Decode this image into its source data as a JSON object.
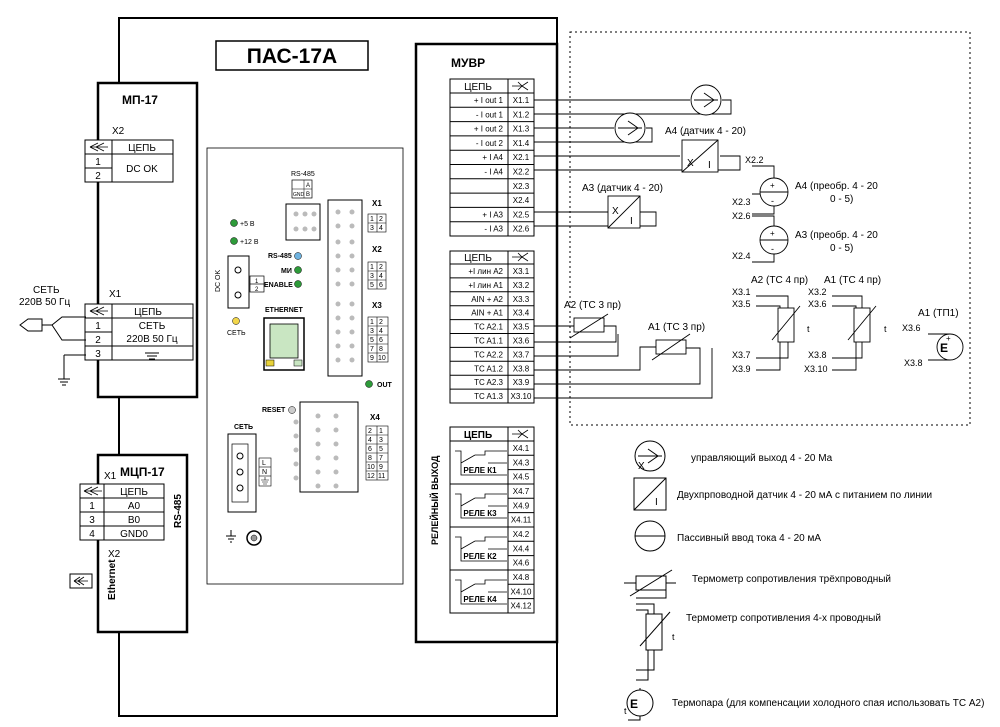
{
  "device_title": "ПАС-17А",
  "mp17": {
    "title": "МП-17",
    "x2_label": "X2",
    "x1_label": "X1",
    "circuit_header": "ЦЕПЬ",
    "x2_rows": [
      "1",
      "2"
    ],
    "x2_signal": "DC OK",
    "x1_rows": [
      "1",
      "2",
      "3"
    ],
    "x1_signal_line1": "СЕТЬ",
    "x1_signal_line2": "220В 50 Гц",
    "mains_line1": "СЕТЬ",
    "mains_line2": "220В 50 Гц"
  },
  "mcp17": {
    "title": "МЦП-17",
    "x1_label": "X1",
    "x2_label": "X2",
    "circuit_header": "ЦЕПЬ",
    "rows": [
      {
        "pin": "1",
        "name": "A0"
      },
      {
        "pin": "3",
        "name": "B0"
      },
      {
        "pin": "4",
        "name": "GND0"
      }
    ],
    "rs485": "RS-485",
    "ethernet": "Ethernet"
  },
  "front_panel": {
    "plus5": "+5 В",
    "plus12": "+12 В",
    "dcok": "DC OK",
    "power_led": "СЕТЬ",
    "rs485_top": "RS-485",
    "gnd": "GND",
    "a": "A",
    "b": "B",
    "rs485_led": "RS-485",
    "mi_led": "МИ",
    "enable_led": "ENABLE",
    "ethernet": "ETHERNET",
    "x1": "X1",
    "x2": "X2",
    "x3": "X3",
    "x4": "X4",
    "out_led": "OUT",
    "reset": "RESET",
    "power_conn": "СЕТЬ",
    "l": "L",
    "n": "N",
    "x1_pins": [
      "1",
      "2",
      "3",
      "4"
    ],
    "x2_pins": [
      "1",
      "2",
      "3",
      "4",
      "5",
      "6"
    ],
    "x3_pins": [
      "1",
      "2",
      "3",
      "4",
      "5",
      "6",
      "7",
      "8",
      "9",
      "10"
    ],
    "x4_pins": [
      "2",
      "1",
      "4",
      "3",
      "6",
      "5",
      "8",
      "7",
      "10",
      "9",
      "12",
      "11"
    ]
  },
  "muvr": {
    "title": "МУВР",
    "circuit_header": "ЦЕПЬ",
    "relay_side": "РЕЛЕЙНЫЙ ВЫХОД",
    "table1": [
      {
        "name": "+ I out 1",
        "pin": "X1.1"
      },
      {
        "name": "- I out 1",
        "pin": "X1.2"
      },
      {
        "name": "+ I out 2",
        "pin": "X1.3"
      },
      {
        "name": "- I out 2",
        "pin": "X1.4"
      },
      {
        "name": "+ I A4",
        "pin": "X2.1"
      },
      {
        "name": "- I A4",
        "pin": "X2.2"
      },
      {
        "name": "",
        "pin": "X2.3"
      },
      {
        "name": "",
        "pin": "X2.4"
      },
      {
        "name": "+ I A3",
        "pin": "X2.5"
      },
      {
        "name": "- I A3",
        "pin": "X2.6"
      }
    ],
    "table2": [
      {
        "name": "+I лин A2",
        "pin": "X3.1"
      },
      {
        "name": "+I лин A1",
        "pin": "X3.2"
      },
      {
        "name": "AIN + A2",
        "pin": "X3.3"
      },
      {
        "name": "AIN + A1",
        "pin": "X3.4"
      },
      {
        "name": "TC A2.1",
        "pin": "X3.5"
      },
      {
        "name": "TC A1.1",
        "pin": "X3.6"
      },
      {
        "name": "TC A2.2",
        "pin": "X3.7"
      },
      {
        "name": "TC A1.2",
        "pin": "X3.8"
      },
      {
        "name": "TC A2.3",
        "pin": "X3.9"
      },
      {
        "name": "TC A1.3",
        "pin": "X3.10"
      }
    ],
    "relays": [
      {
        "name": "РЕЛЕ К1",
        "pins": [
          "X4.1",
          "X4.3",
          "X4.5"
        ]
      },
      {
        "name": "РЕЛЕ К3",
        "pins": [
          "X4.7",
          "X4.9",
          "X4.11"
        ]
      },
      {
        "name": "РЕЛЕ К2",
        "pins": [
          "X4.2",
          "X4.4",
          "X4.6"
        ]
      },
      {
        "name": "РЕЛЕ К4",
        "pins": [
          "X4.8",
          "X4.10",
          "X4.12"
        ]
      }
    ]
  },
  "external": {
    "a4_sensor": "A4 (датчик 4 - 20)",
    "a3_sensor": "A3 (датчик 4 - 20)",
    "a4_conv_line1": "A4 (преобр. 4 - 20",
    "a4_conv_line2": "0 - 5)",
    "a3_conv_line1": "A3 (преобр. 4 - 20",
    "a3_conv_line2": "0 - 5)",
    "x22": "X2.2",
    "x23": "X2.3",
    "x26": "X2.6",
    "x24": "X2.4",
    "a2_tc3": "A2 (TC 3 пр)",
    "a1_tc3": "A1 (TC 3 пр)",
    "a2_tc4": "A2 (TC 4 пр)",
    "a1_tc4": "A1 (TC 4 пр)",
    "a1_tp": "A1 (ТП1)",
    "x31": "X3.1",
    "x35": "X3.5",
    "x37": "X3.7",
    "x39": "X3.9",
    "x32": "X3.2",
    "x36": "X3.6",
    "x38": "X3.8",
    "x310": "X3.10",
    "x36b": "X3.6",
    "x38b": "X3.8",
    "t": "t"
  },
  "legend": {
    "out_420": "управляющий выход 4 - 20 Ма",
    "two_wire": "Двухпрповодной датчик 4 - 20 мА с питанием по линии",
    "passive_in": "Пассивный ввод тока 4 - 20 мА",
    "rtd3": "Термометр сопротивления трёхпроводный",
    "rtd4": "Термометр сопротивления 4-х проводный",
    "thermocouple": "Термопара (для компенсации холодного спая использовать ТС А2)",
    "t": "t"
  },
  "colors": {
    "led_green": "#2e9b3a",
    "led_blue": "#6fb3e0",
    "led_yellow": "#f2d64b",
    "eth_green": "#c9e6c2",
    "eth_yellow": "#e8d23a",
    "line": "#000000"
  }
}
